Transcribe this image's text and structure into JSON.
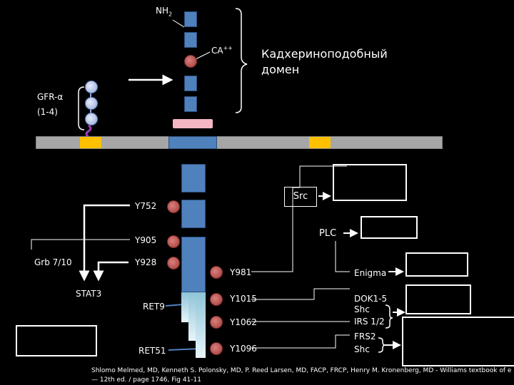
{
  "labels": {
    "nh2": "NH",
    "nh2_sub": "2",
    "ca": "CA",
    "ca_sup": "++",
    "cadherin_domain": "Кадхериноподобный домен",
    "gfr_alpha": "GFR-α",
    "gfr_isoforms": "(1-4)",
    "src": "Src",
    "plc": "PLC",
    "grb": "Grb 7/10",
    "stat3": "STAT3",
    "ret9": "RET9",
    "ret51": "RET51",
    "enigma": "Enigma",
    "dok": "DOK1-5",
    "shc1": "Shc",
    "irs": "IRS 1/2",
    "frs2": "FRS2",
    "shc2": "Shc"
  },
  "tyrosines": [
    "Y752",
    "Y905",
    "Y928",
    "Y981",
    "Y1015",
    "Y1062",
    "Y1096"
  ],
  "citation": {
    "line1": "Shlomo Melmed, MD, Kenneth S. Polonsky, MD, P. Reed Larsen, MD, FACP, FRCP, Henry M. Kronenberg, MD - Williams textbook of e",
    "line2": "— 12th ed. / page 1746, Fig 41-11"
  },
  "colors": {
    "background": "#000000",
    "receptor_block": "#4f81bd",
    "calcium_ball": "#c0504d",
    "membrane": "#a6a6a6",
    "membrane_patch": "#ffc000",
    "cysteine_rich": "#f4b6c2",
    "tail_gradient": "#bfe3ef"
  }
}
